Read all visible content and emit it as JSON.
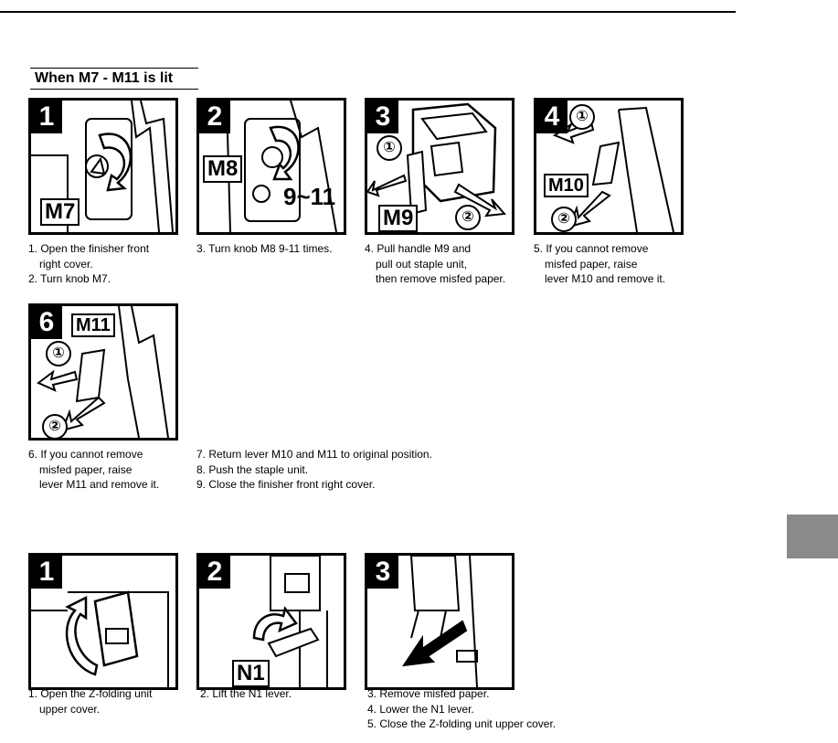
{
  "section_title": "When M7 - M11 is lit",
  "panels_m": [
    {
      "step": "1",
      "callout": "M7"
    },
    {
      "step": "2",
      "callout": "M8",
      "turns": "9~11"
    },
    {
      "step": "3",
      "callout": "M9",
      "marks": [
        "①",
        "②"
      ]
    },
    {
      "step": "4",
      "callout": "M10",
      "marks": [
        "①",
        "②"
      ]
    },
    {
      "step": "6",
      "callout": "M11",
      "marks": [
        "①",
        "②"
      ]
    }
  ],
  "captions_m": {
    "c1": [
      "1. Open the finisher front",
      "right cover.",
      "2. Turn knob M7."
    ],
    "c2": [
      "3. Turn knob M8 9-11 times."
    ],
    "c3": [
      "4. Pull handle M9 and",
      "pull out staple unit,",
      "then remove misfed paper."
    ],
    "c4": [
      "5. If you cannot remove",
      "misfed paper, raise",
      "lever M10 and remove it."
    ],
    "c5": [
      "6. If you cannot remove",
      "misfed paper, raise",
      "lever M11 and remove it."
    ],
    "c6": [
      "7. Return lever M10 and M11 to original position.",
      "8. Push the staple unit.",
      "9. Close the finisher front right cover."
    ]
  },
  "panels_n": [
    {
      "step": "1"
    },
    {
      "step": "2",
      "callout": "N1"
    },
    {
      "step": "3"
    }
  ],
  "captions_n": {
    "c1": [
      "1. Open the Z-folding unit",
      "upper cover."
    ],
    "c2": [
      "2. Lift the N1 lever."
    ],
    "c3": [
      "3. Remove misfed paper.",
      "4. Lower the N1 lever.",
      "5. Close the Z-folding unit upper cover."
    ]
  }
}
